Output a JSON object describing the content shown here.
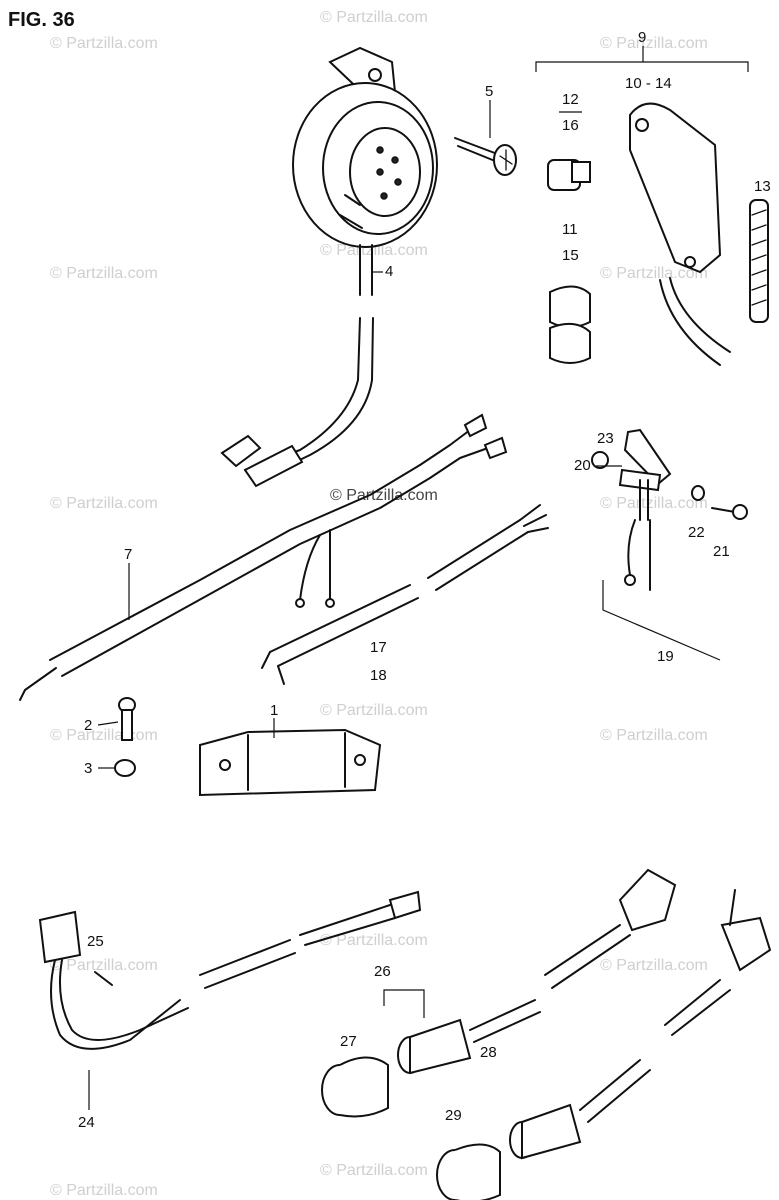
{
  "figure_label": "FIG. 36",
  "watermark": "© Partzilla.com",
  "center_watermark": "© Partzilla.com",
  "callouts": [
    "1",
    "2",
    "3",
    "4",
    "5",
    "7",
    "9",
    "10 - 14",
    "11",
    "12",
    "13",
    "15",
    "16",
    "17",
    "18",
    "19",
    "20",
    "21",
    "22",
    "23",
    "24",
    "25",
    "26",
    "27",
    "28",
    "29"
  ]
}
